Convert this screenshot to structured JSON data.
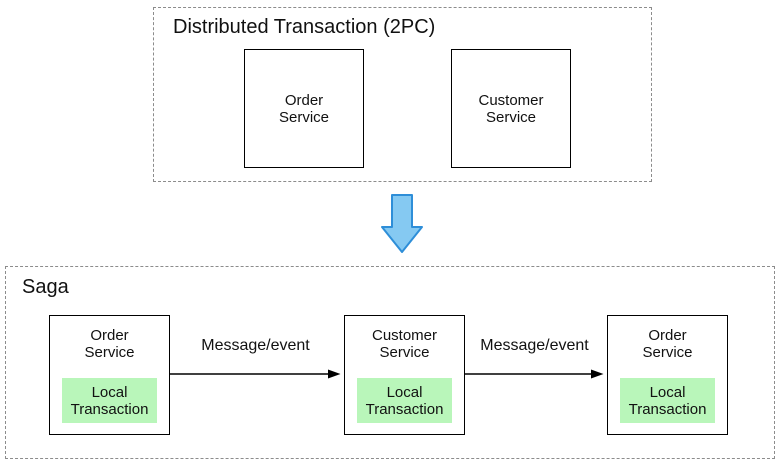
{
  "top_group": {
    "title": "Distributed Transaction (2PC)",
    "nodes": [
      {
        "label": "Order\nService"
      },
      {
        "label": "Customer\nService"
      }
    ]
  },
  "transform_arrow": {
    "icon": "down-arrow",
    "direction": "down"
  },
  "bottom_group": {
    "title": "Saga",
    "nodes": [
      {
        "label": "Order\nService",
        "sub_label": "Local\nTransaction"
      },
      {
        "label": "Customer\nService",
        "sub_label": "Local\nTransaction"
      },
      {
        "label": "Order\nService",
        "sub_label": "Local\nTransaction"
      }
    ],
    "edges": [
      {
        "label": "Message/event"
      },
      {
        "label": "Message/event"
      }
    ]
  },
  "colors": {
    "local_transaction_fill": "#b9f6ba",
    "arrow_fill": "#85c9f2",
    "arrow_stroke": "#2e8ed8",
    "dashed_border": "#8c8c8c",
    "node_border": "#000000",
    "edge_color": "#000000",
    "text_color": "#111111"
  }
}
